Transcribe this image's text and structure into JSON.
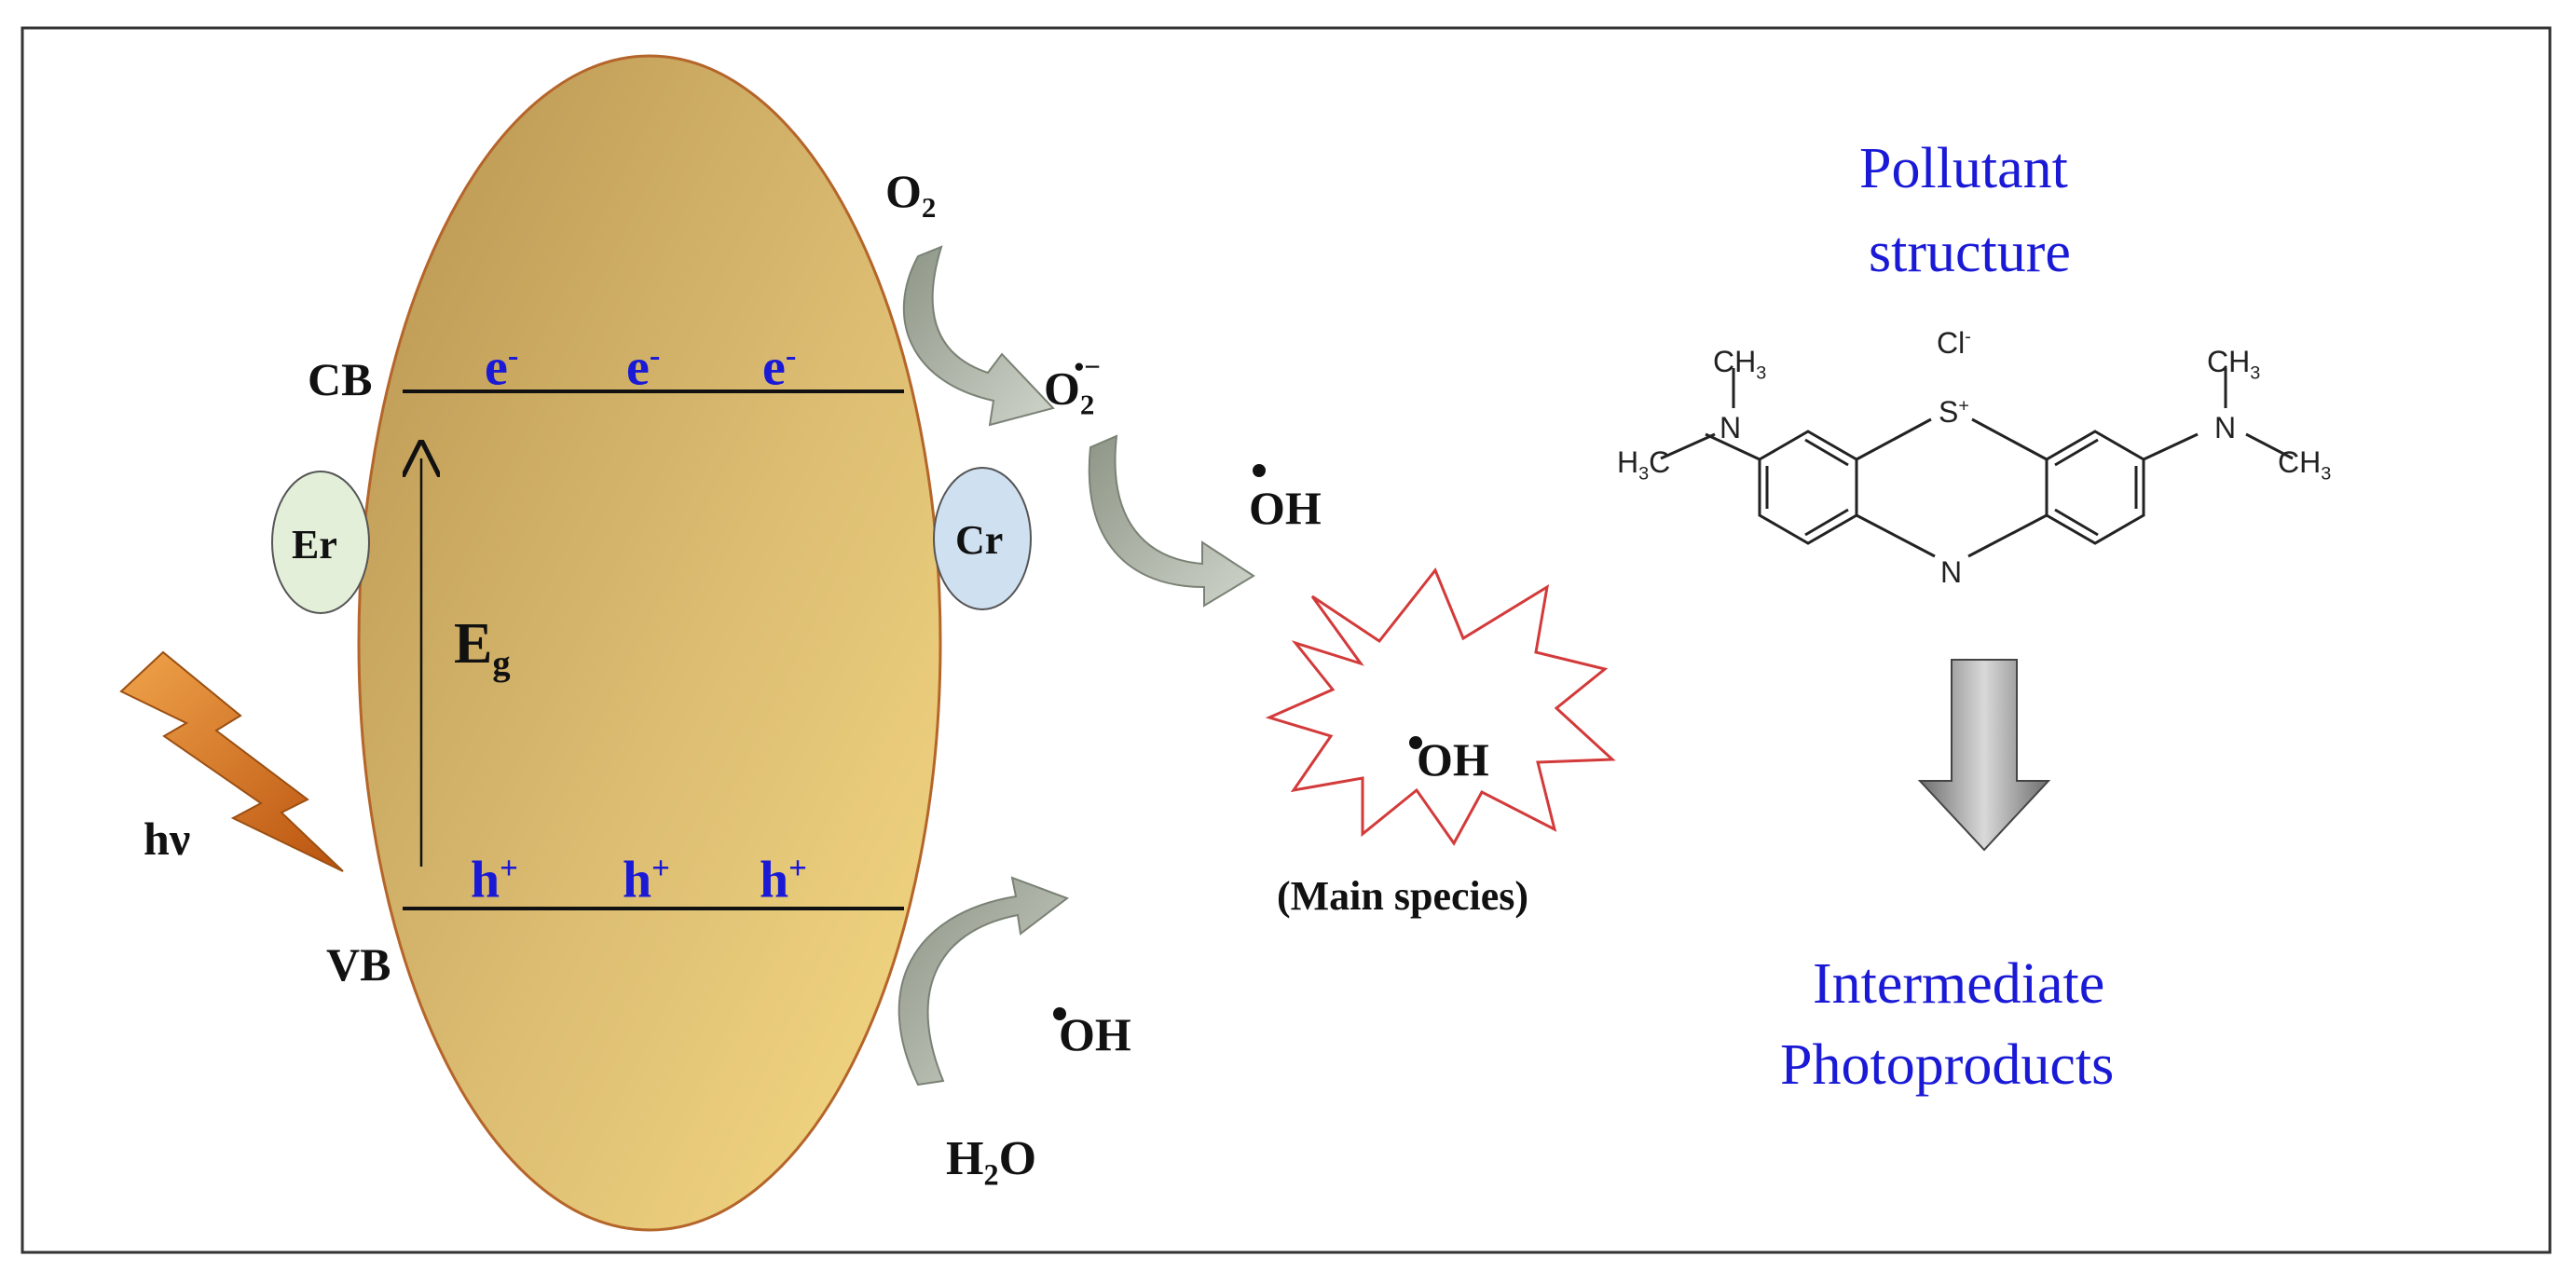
{
  "band": {
    "cb": "CB",
    "vb": "VB",
    "electron": "e",
    "electron_charge": "-",
    "hole": "h",
    "hole_charge": "+",
    "gap_symbol": "E",
    "gap_sub": "g"
  },
  "dopants": {
    "left": "Er",
    "right": "Cr"
  },
  "light": {
    "base": "h",
    "nu": "ν"
  },
  "reactions": {
    "oxygen": "O",
    "oxygen_sub": "2",
    "superoxide": "O",
    "superoxide_sub": "2",
    "superoxide_sup": "•−",
    "hydroxyl": "OH",
    "water_h": "H",
    "water_sub": "2",
    "water_o": "O",
    "main_species": "(Main species)"
  },
  "pollutant": {
    "title_line1": "Pollutant",
    "title_line2": "structure",
    "product_line1": "Intermediate",
    "product_line2": "Photoproducts"
  },
  "molecule": {
    "ch3": "CH",
    "three": "3",
    "h3c": "H",
    "h3c_sub": "3",
    "c": "C",
    "n": "N",
    "s": "S",
    "s_charge": "+",
    "cl": "Cl",
    "cl_charge": "-"
  },
  "colors": {
    "electron": "#1a1ad6",
    "ellipse_dark": "#b8944f",
    "ellipse_light": "#f6da84",
    "er_fill": "#e3efd9",
    "cr_fill": "#cfe0f1",
    "curved_arrow": "#a3ab9d",
    "starburst_edge": "#d33a3a",
    "lightning": "#cf6a18",
    "down_arrow": "#8f8f8f"
  }
}
